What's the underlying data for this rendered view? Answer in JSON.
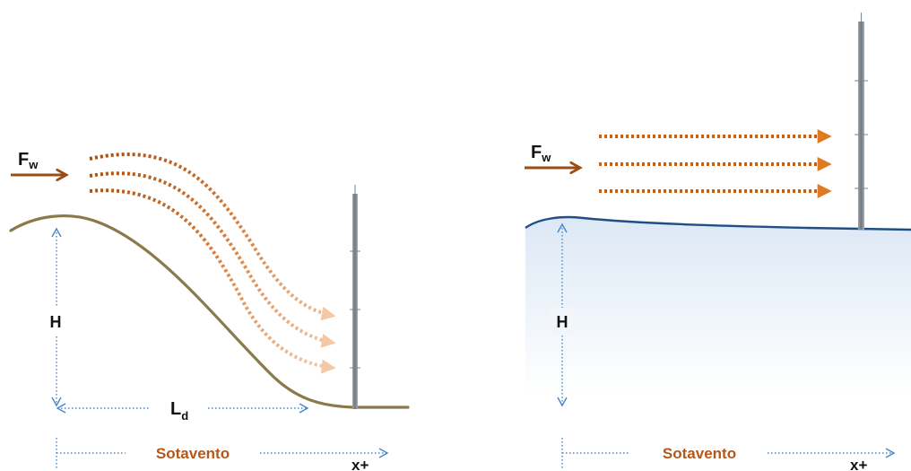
{
  "left_panel": {
    "force_label": "F",
    "force_subscript": "w",
    "height_label": "H",
    "distance_label": "L",
    "distance_subscript": "d",
    "zone_label": "Sotavento",
    "axis_label": "x+"
  },
  "right_panel": {
    "force_label": "F",
    "force_subscript": "w",
    "height_label": "H",
    "zone_label": "Sotavento",
    "axis_label": "x+"
  },
  "colors": {
    "wind_arrow": "#9c4d14",
    "wind_flow": "#c0621e",
    "wind_flow_right": "#e07a22",
    "guide_lines": "#4a86c5",
    "hill_outline": "#8a7a4a",
    "sea_line": "#1f4f86",
    "tower": "#8a9299"
  }
}
